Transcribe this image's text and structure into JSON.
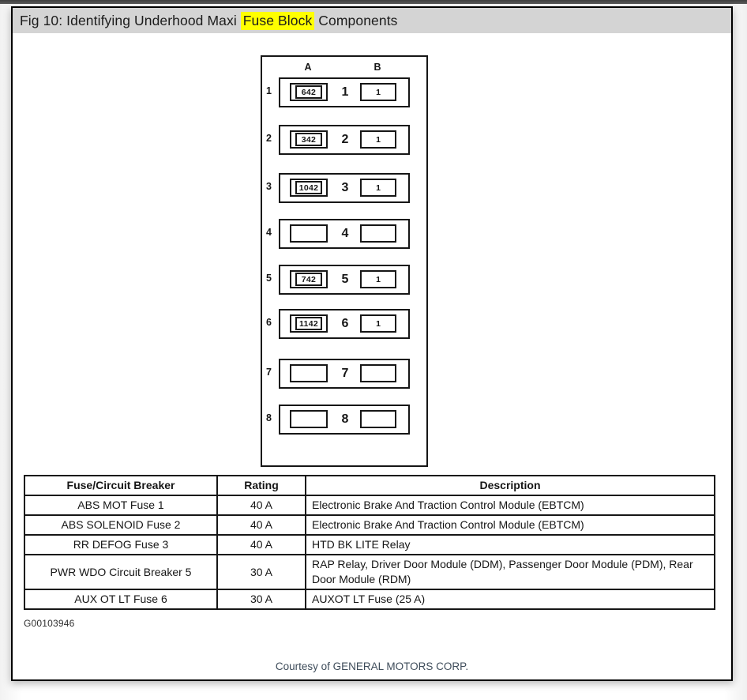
{
  "page": {
    "title_prefix": "Fig 10: Identifying Underhood Maxi ",
    "title_highlight": "Fuse Block",
    "title_suffix": " Components",
    "figure_id": "G00103946",
    "courtesy": "Courtesy of GENERAL MOTORS CORP."
  },
  "diagram": {
    "column_headers": [
      "A",
      "B"
    ],
    "rows": [
      {
        "label": "1",
        "a_value": "642",
        "b_value": "1"
      },
      {
        "label": "2",
        "a_value": "342",
        "b_value": "1"
      },
      {
        "label": "3",
        "a_value": "1042",
        "b_value": "1"
      },
      {
        "label": "4",
        "a_value": "",
        "b_value": ""
      },
      {
        "label": "5",
        "a_value": "742",
        "b_value": "1"
      },
      {
        "label": "6",
        "a_value": "1142",
        "b_value": "1"
      },
      {
        "label": "7",
        "a_value": "",
        "b_value": ""
      },
      {
        "label": "8",
        "a_value": "",
        "b_value": ""
      }
    ]
  },
  "table": {
    "headers": [
      "Fuse/Circuit Breaker",
      "Rating",
      "Description"
    ],
    "rows": [
      [
        "ABS MOT Fuse 1",
        "40 A",
        "Electronic Brake And Traction Control Module (EBTCM)"
      ],
      [
        "ABS SOLENOID Fuse 2",
        "40 A",
        "Electronic Brake And Traction Control Module (EBTCM)"
      ],
      [
        "RR DEFOG Fuse 3",
        "40 A",
        "HTD BK LITE Relay"
      ],
      [
        "PWR WDO Circuit Breaker 5",
        "30 A",
        "RAP Relay, Driver Door Module (DDM), Passenger Door Module (PDM), Rear Door Module (RDM)"
      ],
      [
        "AUX OT LT Fuse 6",
        "30 A",
        "AUXOT LT Fuse (25 A)"
      ]
    ]
  },
  "colors": {
    "highlight": "#ffff00",
    "title_bar_bg": "#d4d4d4",
    "ink": "#161616",
    "courtesy": "#3e4c5a"
  }
}
